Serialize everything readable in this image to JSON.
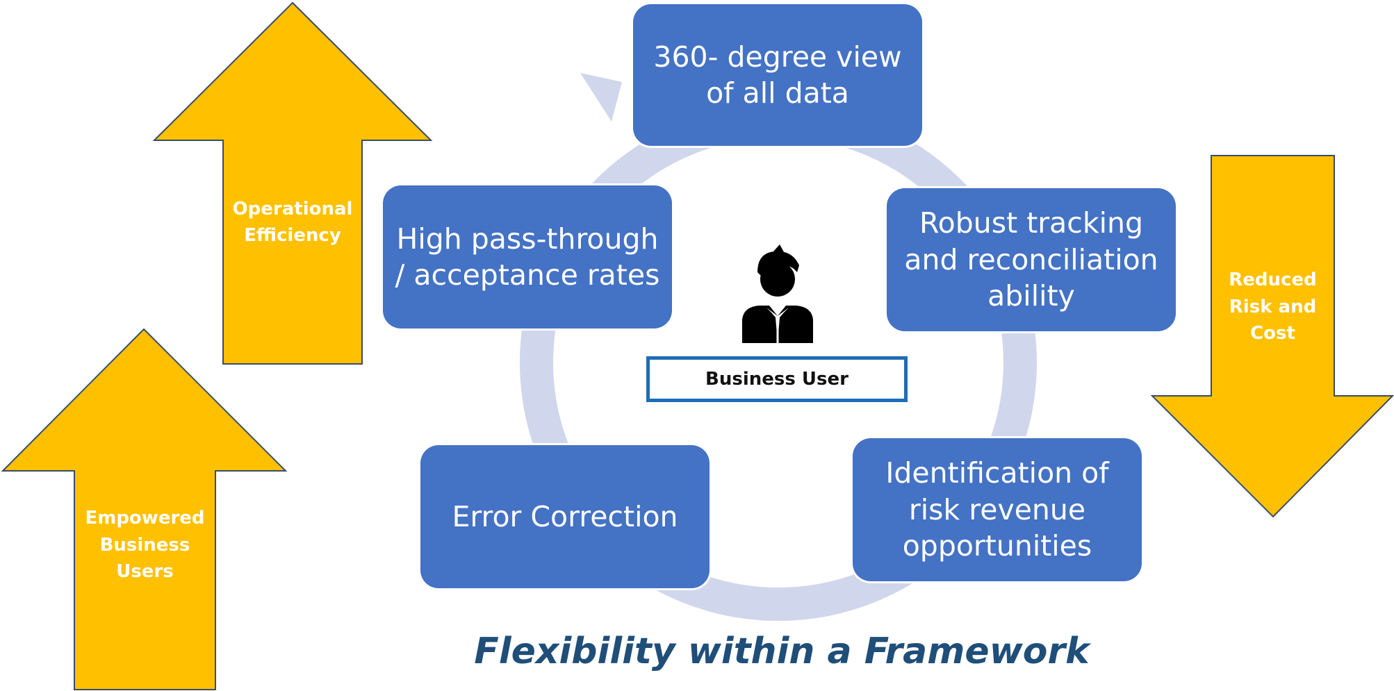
{
  "colors": {
    "box_fill": "#4472C4",
    "arrow_fill": "#FFC000",
    "arrow_stroke": "#3A4A6B",
    "cycle_ring": "#D0D6EB",
    "title_color": "#1F4E79",
    "label_border": "#1F6DB7"
  },
  "cycle": {
    "steps": [
      {
        "label": "360- degree view\nof all data"
      },
      {
        "label": "Robust tracking\nand reconciliation\nability"
      },
      {
        "label": "Identification of\nrisk revenue\nopportunities"
      },
      {
        "label": "Error Correction"
      },
      {
        "label": "High pass-through\n/ acceptance rates"
      }
    ]
  },
  "center": {
    "icon": "business-user-icon",
    "label": "Business User"
  },
  "arrows": [
    {
      "direction": "up",
      "label": "Operational\nEfficiency"
    },
    {
      "direction": "up",
      "label": "Empowered\nBusiness\nUsers"
    },
    {
      "direction": "down",
      "label": "Reduced\nRisk and\nCost"
    }
  ],
  "title": "Flexibility within a Framework"
}
